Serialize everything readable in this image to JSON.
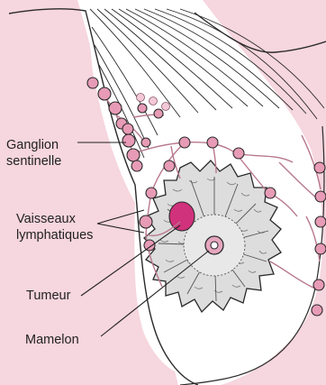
{
  "labels": {
    "sentinel_node": [
      "Ganglion",
      "sentinelle"
    ],
    "lymph_vessels": [
      "Vaisseaux",
      "lymphatiques"
    ],
    "tumor": "Tumeur",
    "nipple": "Mamelon"
  },
  "colors": {
    "skin": "#f6d6df",
    "node_fill": "#e79bb6",
    "tumor_fill": "#d0327b",
    "outline": "#2a2a2a",
    "gland": "#dddddd",
    "vessel": "#b8788f",
    "label_text": "#222222"
  }
}
